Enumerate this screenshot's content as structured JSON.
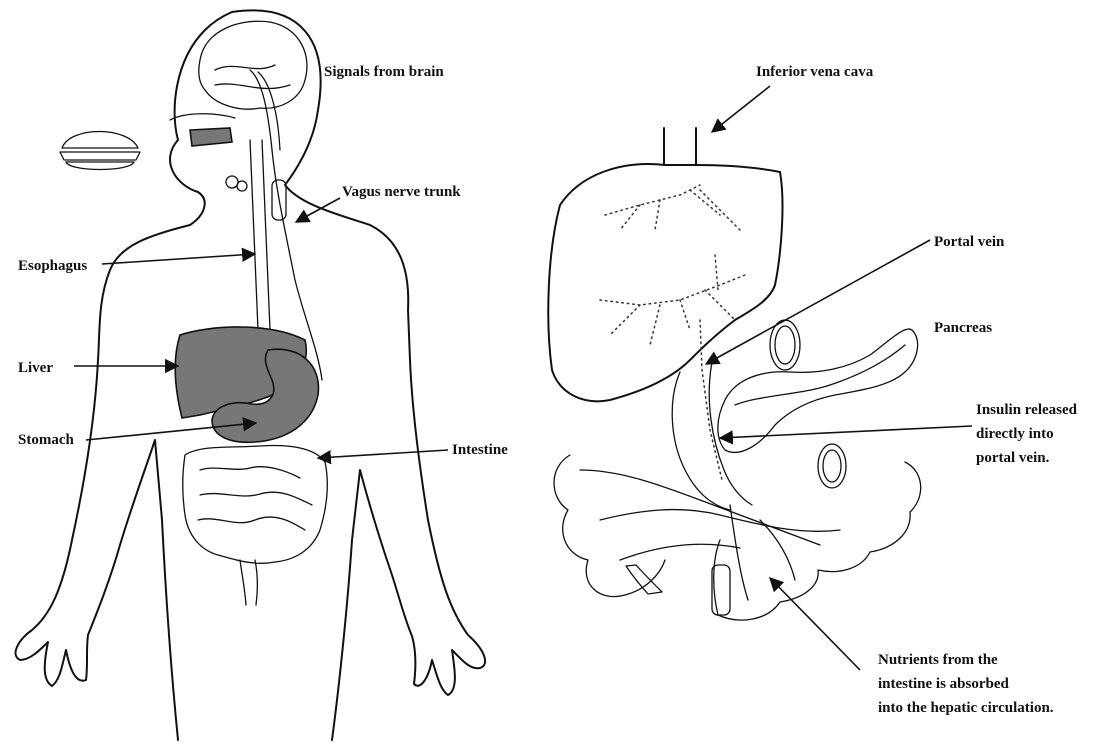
{
  "labels": {
    "signals_from_brain": "Signals from brain",
    "vagus_nerve_trunk": "Vagus nerve trunk",
    "esophagus": "Esophagus",
    "liver": "Liver",
    "stomach": "Stomach",
    "intestine": "Intestine",
    "inferior_vena_cava": "Inferior vena cava",
    "portal_vein": "Portal vein",
    "pancreas": "Pancreas",
    "insulin_line1": "Insulin released",
    "insulin_line2": "directly into",
    "insulin_line3": "portal vein.",
    "nutrients_line1": "Nutrients from the",
    "nutrients_line2": "intestine is absorbed",
    "nutrients_line3": "into the hepatic circulation."
  },
  "colors": {
    "organ_fill": "#777777",
    "line": "#111111",
    "background": "#ffffff"
  }
}
